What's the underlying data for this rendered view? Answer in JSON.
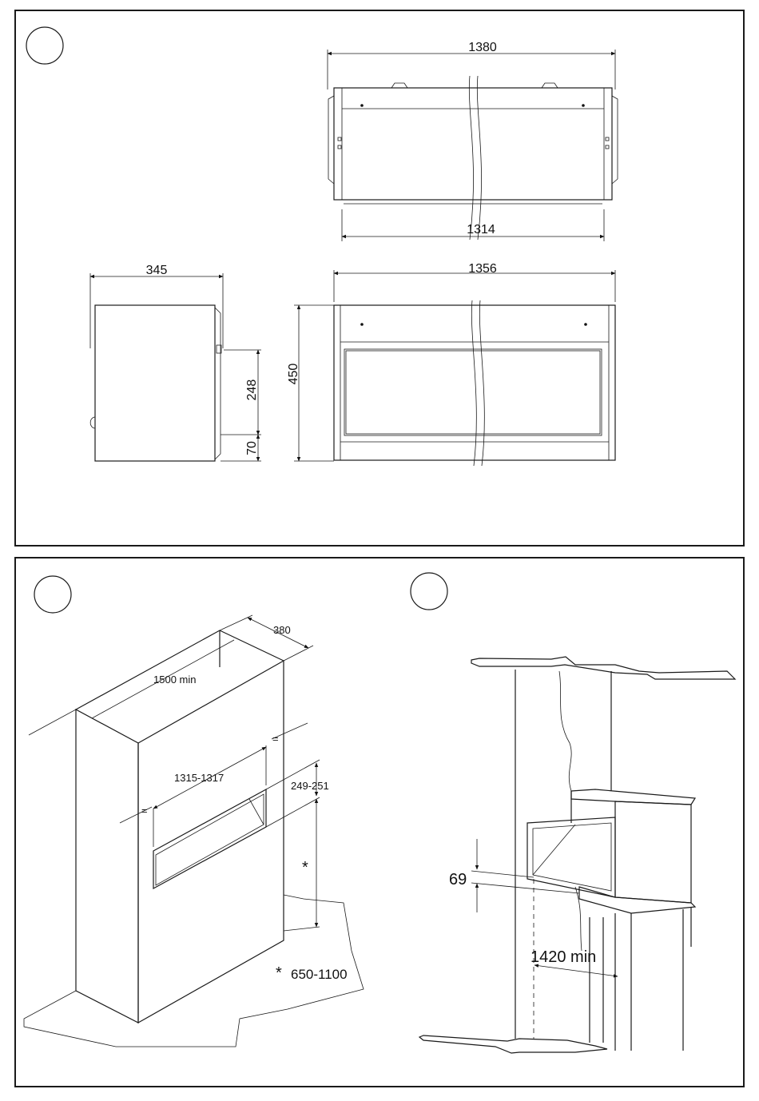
{
  "panel_top": {
    "width_top": "1380",
    "width_inner": "1314",
    "side_depth": "345",
    "front_width": "1356",
    "opening_height": "248",
    "base_height": "70",
    "total_height": "450"
  },
  "panel_bottom_left": {
    "depth": "380",
    "wall_width": "1500 min",
    "cutout_width": "1315-1317",
    "cutout_height": "249-251",
    "equal_mark_top": "=",
    "equal_mark_left": "=",
    "asterisk_mark": "*",
    "asterisk_note_symbol": "*",
    "asterisk_note": "650-1100"
  },
  "panel_bottom_right": {
    "gap": "69",
    "clearance": "1420 min"
  }
}
